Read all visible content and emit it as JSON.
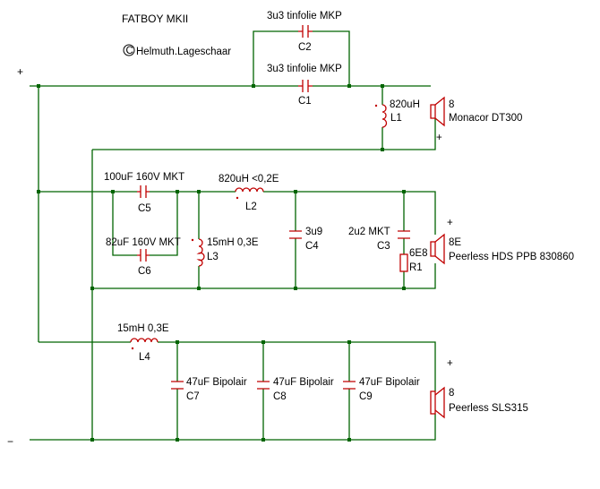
{
  "title": "FATBOY MKII",
  "copyright": {
    "symbol": "C",
    "author": "Helmuth.Lageschaar"
  },
  "supply": {
    "plus": "+",
    "minus": "−"
  },
  "colors": {
    "wire": "#006400",
    "component": "#c00000",
    "text": "#000000"
  },
  "tweeter_section": {
    "c2": {
      "value": "3u3 tinfolie MKP",
      "ref": "C2"
    },
    "c1": {
      "value": "3u3 tinfolie MKP",
      "ref": "C1"
    },
    "l1": {
      "value": "820uH",
      "ref": "L1"
    },
    "speaker": {
      "value": "8",
      "name": "Monacor DT300",
      "polarity": "+"
    }
  },
  "mid_section": {
    "c5": {
      "value": "100uF 160V MKT",
      "ref": "C5"
    },
    "c6": {
      "value": "82uF 160V MKT",
      "ref": "C6"
    },
    "l2": {
      "value": "820uH  <0,2E",
      "ref": "L2"
    },
    "l3": {
      "value": "15mH 0,3E",
      "ref": "L3"
    },
    "c4": {
      "value": "3u9",
      "ref": "C4"
    },
    "c3": {
      "value": "2u2 MKT",
      "ref": "C3"
    },
    "r1": {
      "value": "6E8",
      "ref": "R1"
    },
    "speaker": {
      "value": "8E",
      "name": "Peerless HDS PPB 830860",
      "polarity": "+"
    }
  },
  "bass_section": {
    "l4": {
      "value": "15mH 0,3E",
      "ref": "L4"
    },
    "c7": {
      "value": "47uF Bipolair",
      "ref": "C7"
    },
    "c8": {
      "value": "47uF Bipolair",
      "ref": "C8"
    },
    "c9": {
      "value": "47uF Bipolair",
      "ref": "C9"
    },
    "speaker": {
      "value": "8",
      "name": "Peerless SLS315",
      "polarity": "+"
    }
  }
}
